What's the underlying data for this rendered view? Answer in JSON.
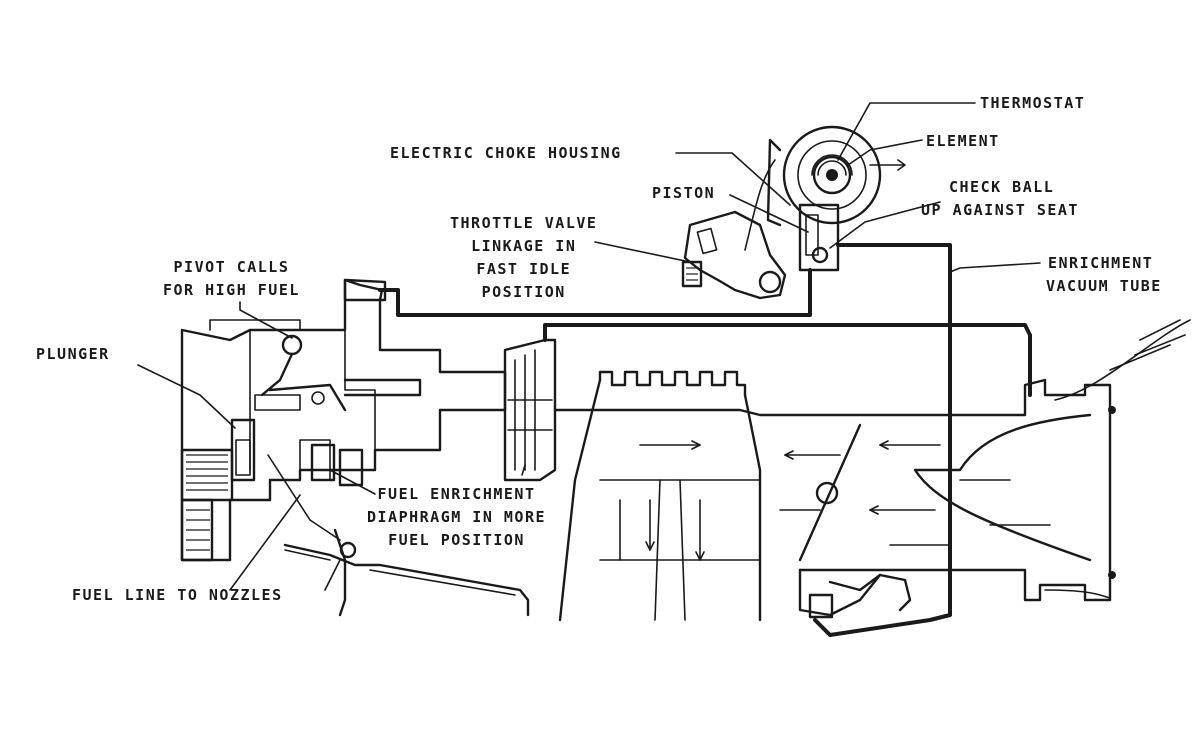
{
  "labels": {
    "thermostat": "THERMOSTAT",
    "element": "ELEMENT",
    "electric_choke_housing": "ELECTRIC CHOKE HOUSING",
    "piston": "PISTON",
    "check_ball": [
      "CHECK BALL",
      "UP AGAINST SEAT"
    ],
    "throttle_valve": [
      "THROTTLE VALVE",
      "LINKAGE IN",
      "FAST IDLE",
      "POSITION"
    ],
    "enrichment_vacuum_tube": [
      "ENRICHMENT",
      "VACUUM TUBE"
    ],
    "pivot_calls": [
      "PIVOT CALLS",
      "FOR HIGH FUEL"
    ],
    "plunger": "PLUNGER",
    "fuel_enrichment_diaphragm": [
      "FUEL ENRICHMENT",
      "DIAPHRAGM IN MORE",
      "FUEL POSITION"
    ],
    "fuel_line": "FUEL LINE TO NOZZLES"
  },
  "colors": {
    "ink": "#1a1a1a",
    "paper": "#ffffff"
  }
}
